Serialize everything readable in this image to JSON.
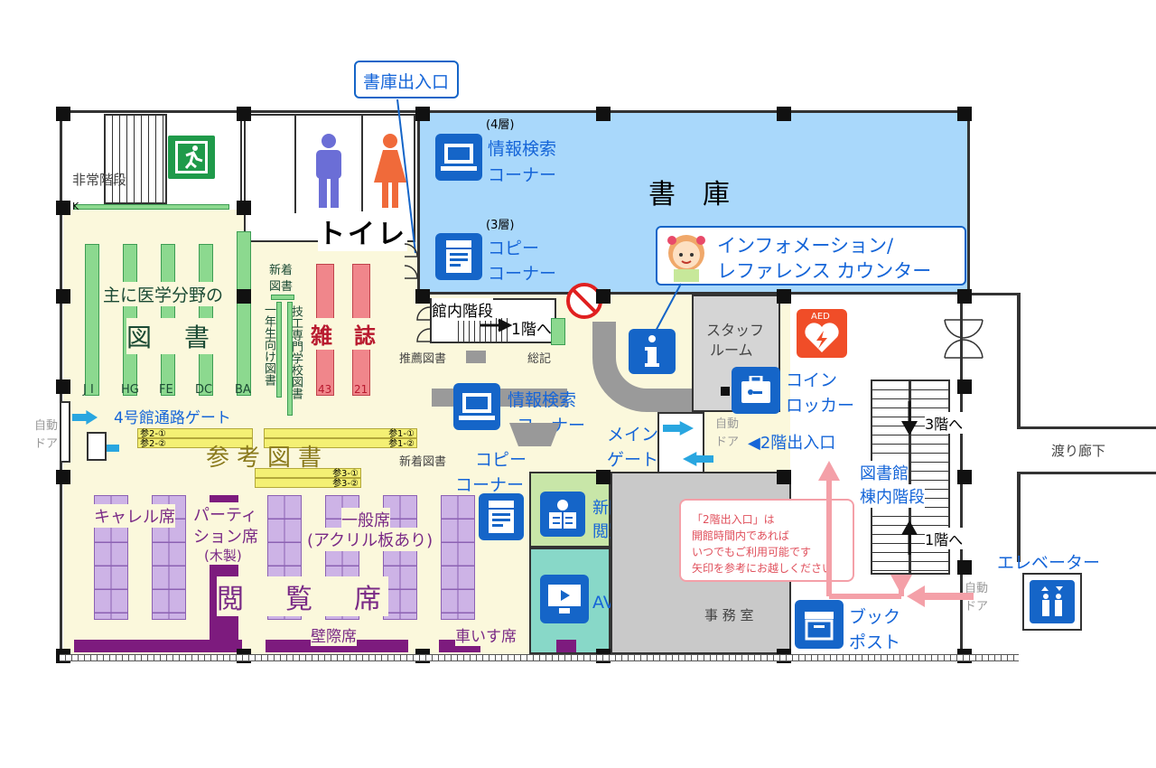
{
  "labels": {
    "stack_entrance": "書庫出入口",
    "emergency_stairs": "非常階段",
    "toilet": "トイレ",
    "floor4": "(4層)",
    "info_search_top_1": "情報検索",
    "info_search_top_2": "コーナー",
    "stacks": "書　庫",
    "floor3": "(3層)",
    "copy_top_1": "コピー",
    "copy_top_2": "コーナー",
    "info_counter_1": "インフォメーション/",
    "info_counter_2": "レファレンス カウンター",
    "medical_1": "主に医学分野の",
    "medical_2": "図　書",
    "new_books_top_1": "新着",
    "new_books_top_2": "図書",
    "freshman": "一年生向け図書",
    "tech_school": "技工専門学校図書",
    "magazines": "雑　誌",
    "inner_stairs": "館内階段",
    "to_1f": "1階へ",
    "recommended": "推薦図書",
    "general": "総記",
    "staff_room_1": "スタッフ",
    "staff_room_2": "ルーム",
    "aed": "AED",
    "coin_locker_1": "コイン",
    "coin_locker_2": "ロッカー",
    "shelf_ji": "J I",
    "shelf_hg": "HG",
    "shelf_fe": "FE",
    "shelf_dc": "DC",
    "shelf_ba": "BA",
    "shelf_43": "43",
    "shelf_21": "21",
    "info_search_mid_1": "情報検索",
    "info_search_mid_2": "コーナー",
    "gate4": "4号館通路ゲート",
    "auto_door_left_1": "自動",
    "auto_door_left_2": "ドア",
    "auto_door_mid_1": "自動",
    "auto_door_mid_2": "ドア",
    "auto_door_right_1": "自動",
    "auto_door_right_2": "ドア",
    "main_gate_1": "メイン",
    "main_gate_2": "ゲート",
    "entrance_2f": "◀2階出入口",
    "to_3f": "3階へ",
    "corridor": "渡り廊下",
    "ref_shelf_1": "参2-①",
    "ref_shelf_2": "参2-②",
    "ref_shelf_3": "参1-①",
    "ref_shelf_4": "参1-②",
    "ref_shelf_5": "参3-①",
    "ref_shelf_6": "参3-②",
    "reference_books": "参考図書",
    "new_books_mid": "新着図書",
    "copy_mid_1": "コピー",
    "copy_mid_2": "コーナー",
    "newspaper_1": "新聞",
    "newspaper_2": "閲覧室",
    "library_stairs_1": "図書館",
    "library_stairs_2": "棟内階段",
    "to_1f_right": "1階へ",
    "carrel": "キャレル席",
    "partition_1": "パーティ",
    "partition_2": "ション席",
    "partition_3": "(木製)",
    "general_seats_1": "一般席",
    "general_seats_2": "(アクリル板あり)",
    "reading_seats": "閲　覧　席",
    "notice_1": "「2階出入口」は",
    "notice_2": "開館時間内であれば",
    "notice_3": "いつでもご利用可能です",
    "notice_4": "矢印を参考にお越しください",
    "elevator": "エレベーター",
    "av_booth": "AVブース",
    "office": "事 務 室",
    "book_post_1": "ブック",
    "book_post_2": "ポスト",
    "wall_seats": "壁際席",
    "wheelchair_seats": "車いす席",
    "emergency_exit_icon": "exit-icon",
    "k": "K"
  },
  "colors": {
    "stacks_bg": "#a9d8fb",
    "floor_bg": "#fbf8dc",
    "accent_blue": "#1565c8",
    "notice_pink": "#f4a0a8",
    "staff_gray": "#d5d5d5",
    "office_gray": "#c9c9c9",
    "newspaper_green": "#c8e6a8",
    "av_teal": "#88d8c8"
  }
}
